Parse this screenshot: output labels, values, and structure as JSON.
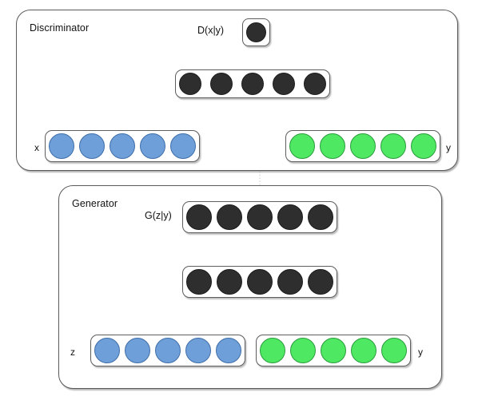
{
  "figure": {
    "title": "Conditional GAN architecture diagram",
    "background_color": "#ffffff"
  },
  "colors": {
    "node_dark": "#2e2e2e",
    "node_blue": "#6f9fd8",
    "node_green": "#4ee863",
    "stroke": "#5a5a5a",
    "arrow": "#1a1a1a",
    "dotted": "#c8c8c8"
  },
  "discriminator": {
    "panel_label": "Discriminator",
    "output_label": "D(x|y)",
    "output_node": {
      "color_name": "dark",
      "count": 1
    },
    "hidden_layer": {
      "color_name": "dark",
      "count": 5
    },
    "inputs": [
      {
        "label": "x",
        "label_side": "left",
        "color_name": "blue",
        "count": 5
      },
      {
        "label": "y",
        "label_side": "right",
        "color_name": "green",
        "count": 5
      }
    ]
  },
  "generator": {
    "panel_label": "Generator",
    "output_label": "G(z|y)",
    "output_layer": {
      "color_name": "dark",
      "count": 5
    },
    "hidden_layer": {
      "color_name": "dark",
      "count": 5
    },
    "inputs": [
      {
        "label": "z",
        "label_side": "left",
        "color_name": "blue",
        "count": 5
      },
      {
        "label": "y",
        "label_side": "right",
        "color_name": "green",
        "count": 5
      }
    ]
  },
  "connections": [
    {
      "from": "discriminator.hidden_layer",
      "to": "discriminator.output_node",
      "style": "solid-arrow"
    },
    {
      "from": "discriminator.input_x",
      "to": "discriminator.hidden_layer",
      "style": "solid-line"
    },
    {
      "from": "discriminator.input_y",
      "to": "discriminator.hidden_layer",
      "style": "solid-line"
    },
    {
      "from": "generator.output_layer",
      "to": "discriminator.hidden_layer",
      "style": "dotted-line"
    },
    {
      "from": "generator.hidden_layer",
      "to": "generator.output_layer",
      "style": "solid-arrow"
    },
    {
      "from": "generator.input_z",
      "to": "generator.hidden_layer",
      "style": "solid-arrow"
    },
    {
      "from": "generator.input_y",
      "to": "generator.hidden_layer",
      "style": "solid-arrow"
    }
  ]
}
